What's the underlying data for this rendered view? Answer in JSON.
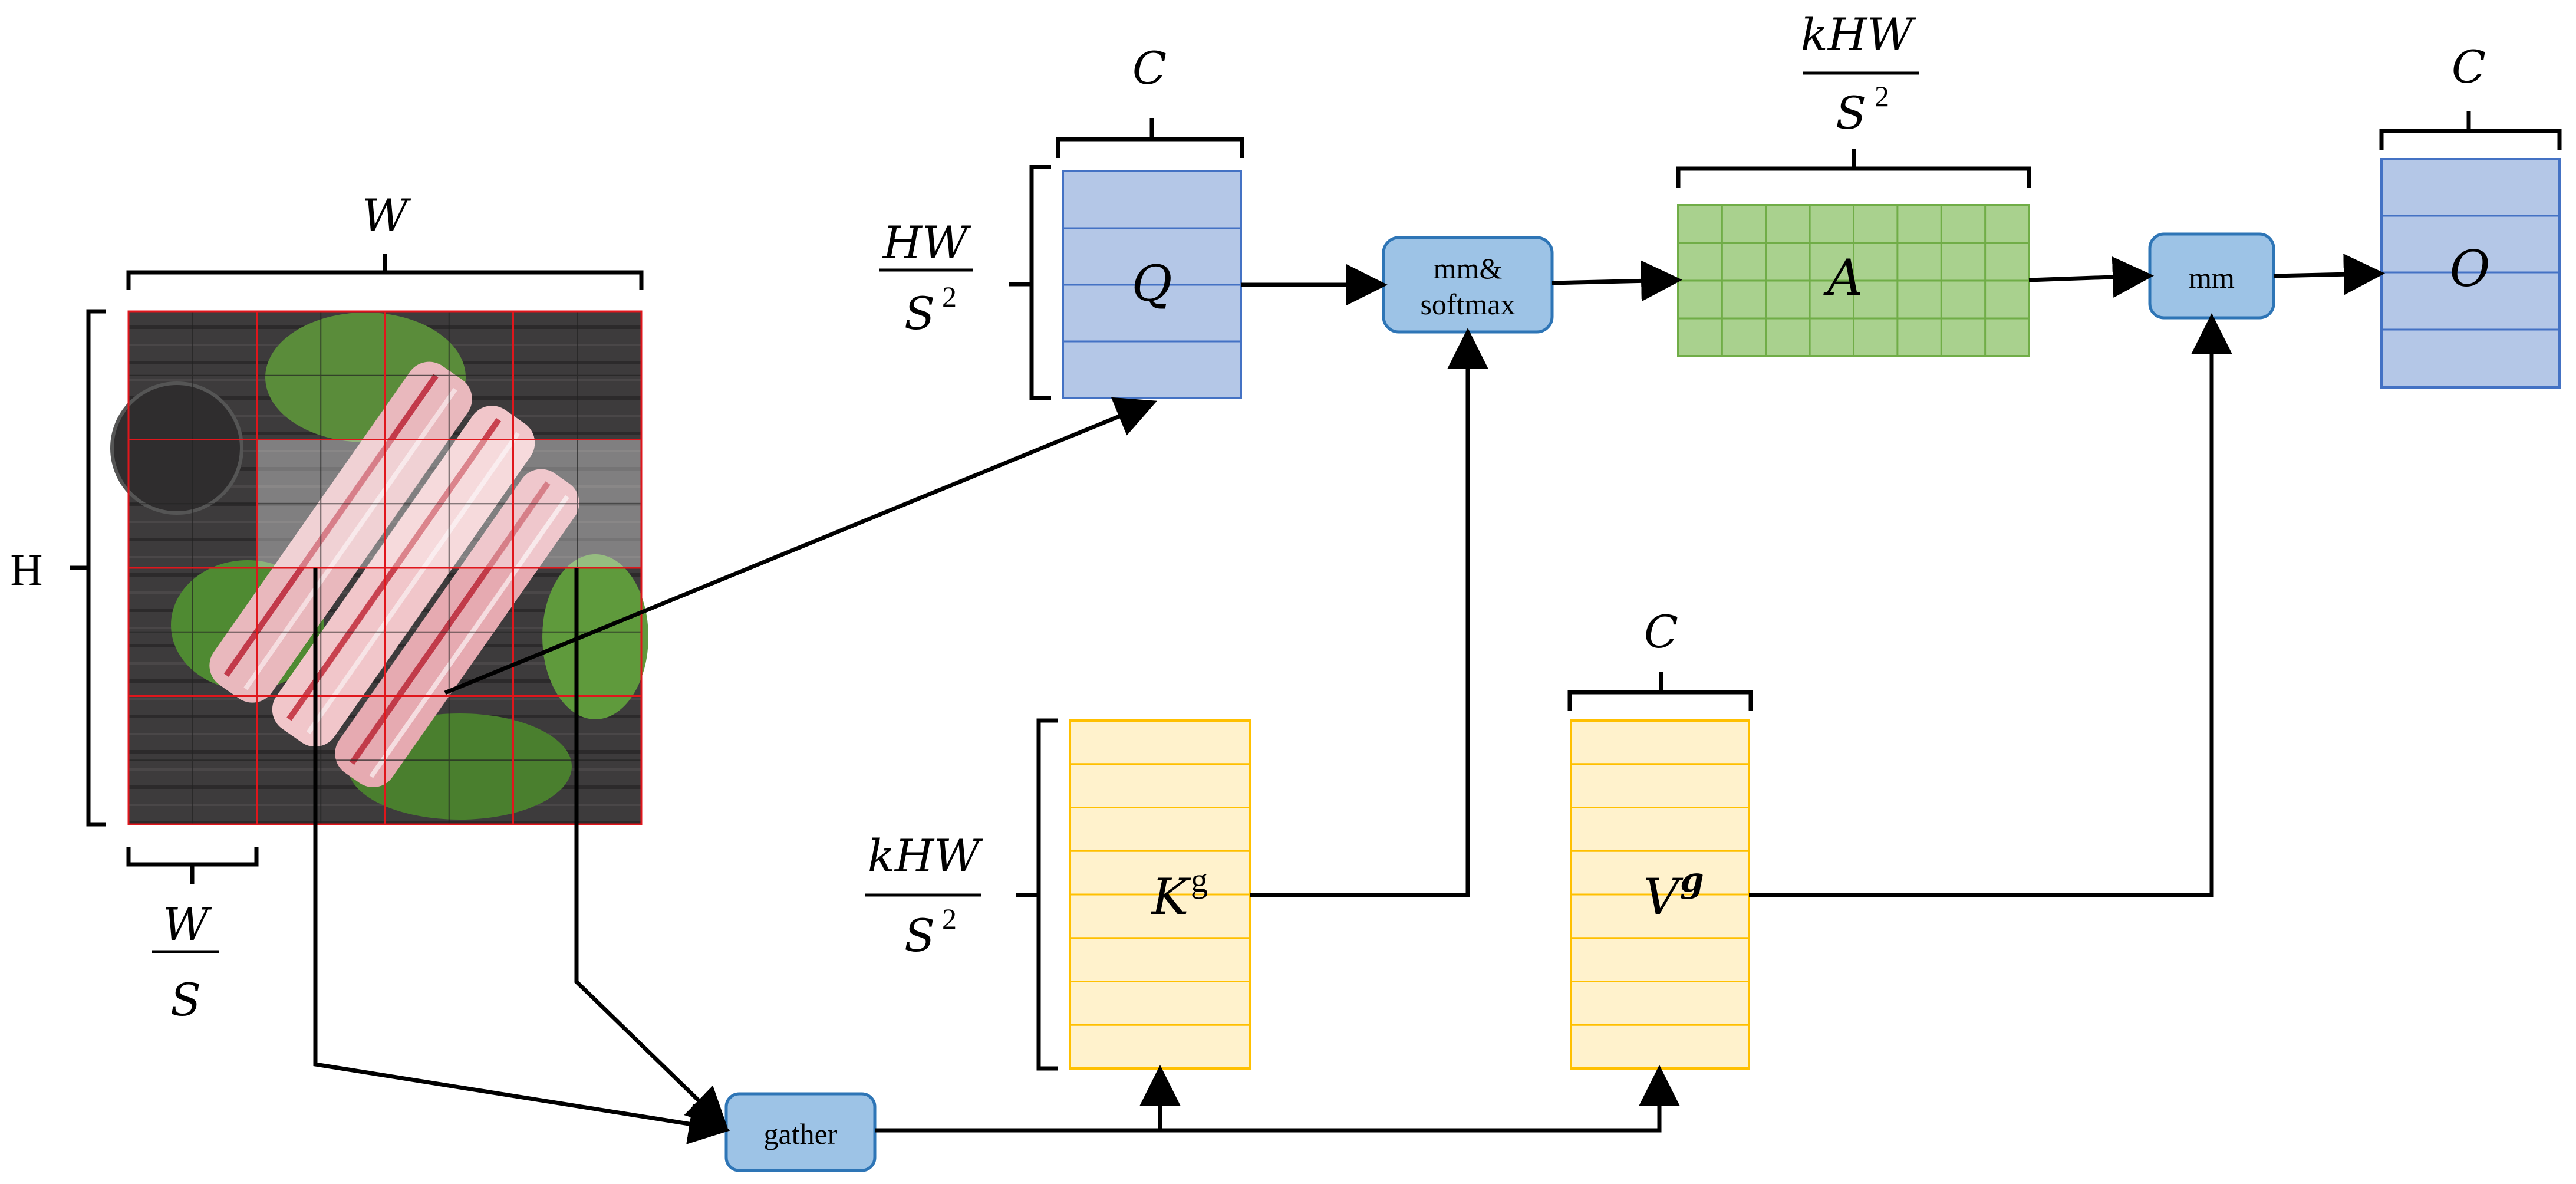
{
  "image_grid": {
    "width_label": "W",
    "height_label": "H",
    "cell_width_label": {
      "num": "W",
      "den": "S"
    }
  },
  "query": {
    "name": "Q",
    "width_label": "C",
    "rows_label": {
      "num": "HW",
      "den": "S",
      "den_sup": "2"
    }
  },
  "attention": {
    "name": "A",
    "width_label": {
      "num": "kHW",
      "den": "S",
      "den_sup": "2"
    }
  },
  "output": {
    "name": "O",
    "width_label": "C"
  },
  "key": {
    "name": "K",
    "sup": "g",
    "rows_label": {
      "num": "kHW",
      "den": "S",
      "den_sup": "2"
    }
  },
  "value": {
    "name": "V",
    "sup": "g",
    "width_label": "C"
  },
  "ops": {
    "mm_softmax_line1": "mm&",
    "mm_softmax_line2": "softmax",
    "mm": "mm",
    "gather": "gather"
  },
  "colors": {
    "grid_lines": "#e0161c",
    "matrix_blue_fill": "#b4c7e7",
    "matrix_blue_stroke": "#4472c4",
    "matrix_green_fill": "#a9d18e",
    "matrix_green_stroke": "#70ad47",
    "matrix_yellow_fill": "#fff2cc",
    "matrix_yellow_stroke": "#ffc000",
    "op_fill": "#9dc3e6",
    "op_stroke": "#2e75b6",
    "highlight": "#d9f0d0"
  }
}
